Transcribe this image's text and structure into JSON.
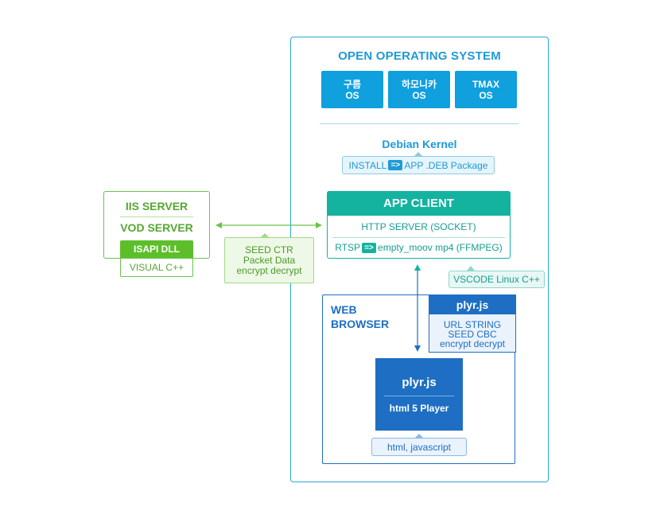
{
  "os": {
    "title": "OPEN OPERATING SYSTEM",
    "boxes": [
      {
        "line1": "구름",
        "line2": "OS"
      },
      {
        "line1": "하모니카",
        "line2": "OS"
      },
      {
        "line1": "TMAX",
        "line2": "OS"
      }
    ],
    "kernel_title": "Debian Kernel",
    "install_pill": {
      "left": "INSTALL",
      "arrow": "=>",
      "right": "APP .DEB Package"
    }
  },
  "app_client": {
    "title": "APP CLIENT",
    "http_server": "HTTP SERVER (SOCKET)",
    "rtsp": {
      "left": "RTSP",
      "arrow": "=>",
      "right": "empty_moov mp4 (FFMPEG)"
    },
    "vscode_pill": "VSCODE Linux C++"
  },
  "browser": {
    "title_line1": "WEB",
    "title_line2": "BROWSER",
    "plyr_top": {
      "title": "plyr.js",
      "line1": "URL STRING",
      "line2": "SEED CBC",
      "line3": "encrypt decrypt"
    },
    "player": {
      "title": "plyr.js",
      "subtitle": "html 5 Player"
    },
    "html_pill": "html, javascript"
  },
  "iis": {
    "title": "IIS SERVER",
    "vod_title": "VOD SERVER",
    "isapi": "ISAPI DLL",
    "visual": "VISUAL C++"
  },
  "seed_box": {
    "line1": "SEED CTR",
    "line2": "Packet Data",
    "line3": "encrypt decrypt"
  },
  "colors": {
    "os_blue": "#0fa0dd",
    "teal": "#14b3a0",
    "browser_blue": "#1e6fc4",
    "green": "#5cbf2a"
  }
}
